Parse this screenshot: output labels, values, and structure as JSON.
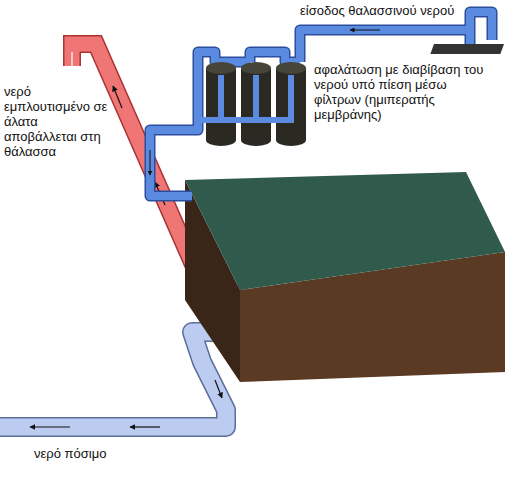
{
  "diagram": {
    "labels": [
      "είσοδος θαλασσινού νερού",
      "αφαλάτωση με διαβίβαση του νερού υπό πίεση μέσω φίλτρων (ημιπερατής μεμβράνης)",
      "νερό εμπλουτισμένο σε άλατα αποβάλλεται στη θάλασσα",
      "νερό πόσιμο"
    ]
  }
}
